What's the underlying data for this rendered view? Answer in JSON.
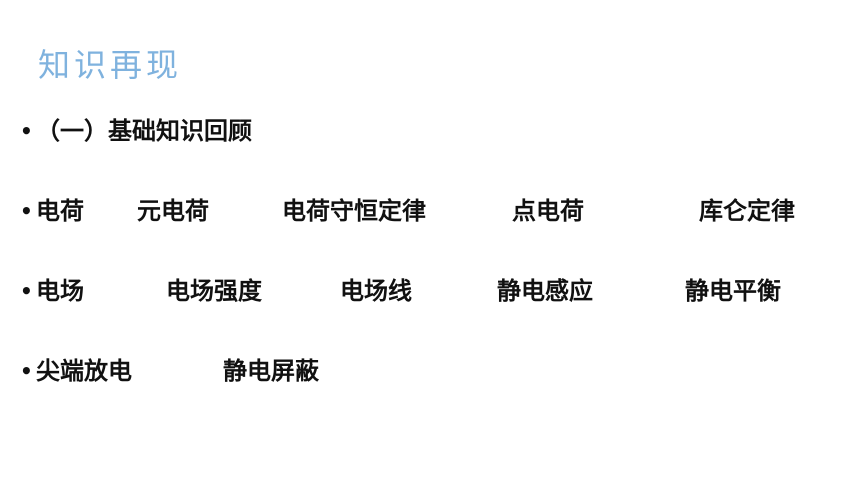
{
  "title": "知识再现",
  "section_heading": "（一）基础知识回顾",
  "bullet": "•",
  "rows": [
    {
      "terms": [
        "电荷",
        "元电荷",
        "电荷守恒定律",
        "点电荷",
        "库仑定律"
      ]
    },
    {
      "terms": [
        "电场",
        "电场强度",
        "电场线",
        "静电感应",
        "静电平衡"
      ]
    },
    {
      "terms": [
        "尖端放电",
        "静电屏蔽"
      ]
    }
  ]
}
